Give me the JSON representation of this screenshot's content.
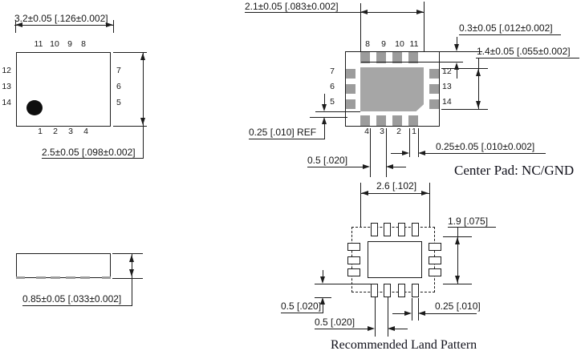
{
  "drawing": {
    "top_view": {
      "dim_width": "3.2±0.05 [.126±0.002]",
      "dim_height": "2.5±0.05 [.098±0.002]",
      "pins_top": [
        "11",
        "10",
        "9",
        "8"
      ],
      "pins_left": [
        "12",
        "13",
        "14"
      ],
      "pins_right": [
        "7",
        "6",
        "5"
      ],
      "pins_bottom": [
        "1",
        "2",
        "3",
        "4"
      ]
    },
    "bottom_view": {
      "dim_pad_row_span": "2.1±0.05 [.083±0.002]",
      "dim_pad_length": "0.3±0.05 [.012±0.002]",
      "dim_side_pads_span": "1.4±0.05 [.055±0.002]",
      "dim_center_pad_gap": "0.25 [.010] REF",
      "dim_pad_pitch": "0.5 [.020]",
      "dim_pad_width": "0.25±0.05 [.010±0.002]",
      "pins_top": [
        "8",
        "9",
        "10",
        "11"
      ],
      "pins_left": [
        "7",
        "6",
        "5"
      ],
      "pins_right": [
        "12",
        "13",
        "14"
      ],
      "pins_bottom": [
        "4",
        "3",
        "2",
        "1"
      ],
      "center_pad_note": "Center Pad: NC/GND"
    },
    "side_view": {
      "dim_height": "0.85±0.05 [.033±0.002]"
    },
    "land_pattern": {
      "dim_width": "2.6 [.102]",
      "dim_height": "1.9 [.075]",
      "dim_pad_length": "0.5 [.020]",
      "dim_pad_pitch": "0.5 [.020]",
      "dim_pad_width": "0.25 [.010]",
      "caption": "Recommended Land Pattern"
    },
    "colors": {
      "line": "#1c1c1c",
      "pad_gray": "#9c9c9c",
      "center_pad_gray": "#a6a6a6"
    }
  }
}
